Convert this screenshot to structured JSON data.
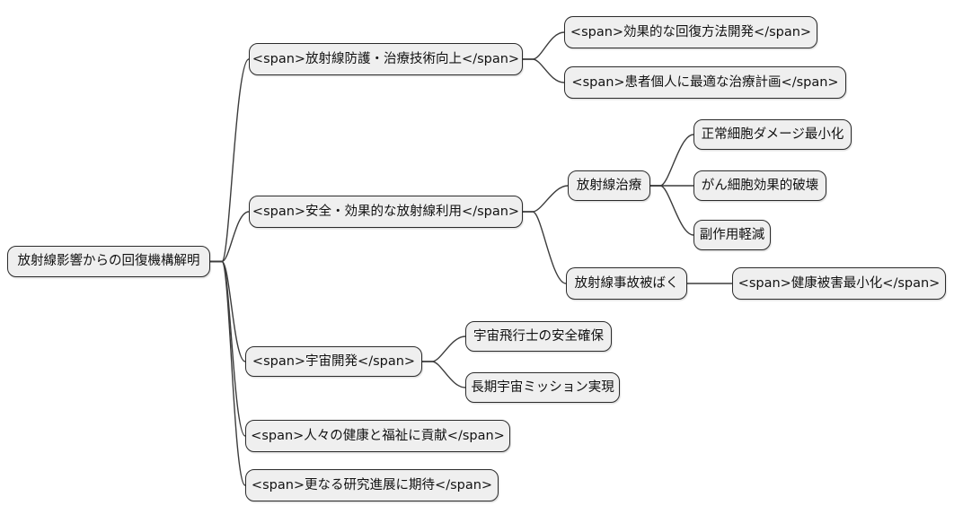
{
  "style": {
    "background": "#ffffff",
    "node_fill": "#efefef",
    "node_border": "#2b2b2b",
    "edge_color": "#3c3c3c",
    "text_color": "#111111"
  },
  "mindmap": {
    "nodes": {
      "n_root": {
        "label": "放射線影響からの回復機構解明"
      },
      "n_protect": {
        "label": "<span>放射線防護・治療技術向上</span>"
      },
      "n_recovery": {
        "label": "<span>効果的な回復方法開発</span>"
      },
      "n_patient": {
        "label": "<span>患者個人に最適な治療計画</span>"
      },
      "n_safe": {
        "label": "<span>安全・効果的な放射線利用</span>"
      },
      "n_therapy": {
        "label": "放射線治療"
      },
      "n_normal": {
        "label": "正常細胞ダメージ最小化"
      },
      "n_cancer": {
        "label": "がん細胞効果的破壊"
      },
      "n_side": {
        "label": "副作用軽減"
      },
      "n_accident": {
        "label": "放射線事故被ばく"
      },
      "n_health": {
        "label": "<span>健康被害最小化</span>"
      },
      "n_space": {
        "label": "<span>宇宙開発</span>"
      },
      "n_astronaut": {
        "label": "宇宙飛行士の安全確保"
      },
      "n_mission": {
        "label": "長期宇宙ミッション実現"
      },
      "n_welfare": {
        "label": "<span>人々の健康と福祉に貢献</span>"
      },
      "n_research": {
        "label": "<span>更なる研究進展に期待</span>"
      }
    },
    "tree": {
      "n_root": [
        "n_protect",
        "n_safe",
        "n_space",
        "n_welfare",
        "n_research"
      ],
      "n_protect": [
        "n_recovery",
        "n_patient"
      ],
      "n_safe": [
        "n_therapy",
        "n_accident"
      ],
      "n_therapy": [
        "n_normal",
        "n_cancer",
        "n_side"
      ],
      "n_accident": [
        "n_health"
      ],
      "n_space": [
        "n_astronaut",
        "n_mission"
      ]
    }
  }
}
